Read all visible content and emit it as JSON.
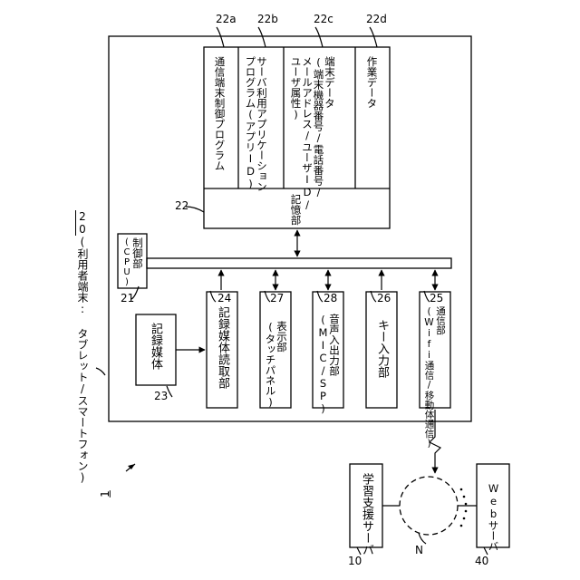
{
  "figure_label": "1",
  "terminal": {
    "ref": "20",
    "caption": "(利用者端末: タブレット/スマートフォン)"
  },
  "storage": {
    "ref": "22",
    "label": "記憶部",
    "cells": [
      {
        "ref": "22a",
        "lines": [
          "通信端末制御プログラム"
        ]
      },
      {
        "ref": "22b",
        "lines": [
          "サーバ利用アプリケーション",
          "プログラム(アプリID)"
        ]
      },
      {
        "ref": "22c",
        "lines": [
          "端末データ",
          "(端末機器番号/電話番号/",
          "メールアドレス/ユーザID/",
          "ユーザ属性)"
        ]
      },
      {
        "ref": "22d",
        "lines": [
          "作業データ"
        ]
      }
    ]
  },
  "control": {
    "ref": "21",
    "label": "制御部",
    "sub": "(CPU)"
  },
  "medium": {
    "ref": "23",
    "label": "記録媒体"
  },
  "modules": [
    {
      "ref": "24",
      "label": "記録媒体読取部",
      "sub": ""
    },
    {
      "ref": "27",
      "label": "表示部",
      "sub": "(タッチパネル)"
    },
    {
      "ref": "28",
      "label": "音声入出力部",
      "sub": "(MIC/SP)"
    },
    {
      "ref": "26",
      "label": "キー入力部",
      "sub": ""
    },
    {
      "ref": "25",
      "label": "通信部",
      "sub": "(Wifi通信/移動体通信)"
    }
  ],
  "learning_server": {
    "ref": "10",
    "label": "学習支援サーバ"
  },
  "web_server": {
    "ref": "40",
    "label": "Webサーバ"
  },
  "network": {
    "ref": "N"
  }
}
